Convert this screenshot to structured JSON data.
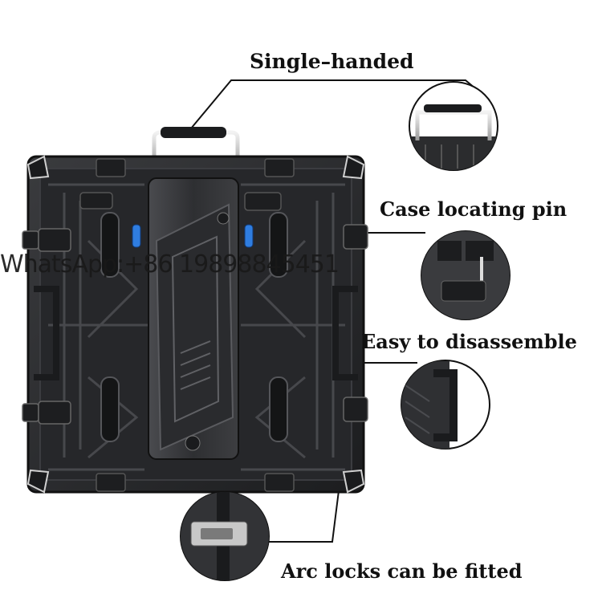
{
  "callouts": {
    "single_handed": "Single–handed",
    "case_locating_pin": "Case locating pin",
    "easy_to_disassemble": "Easy to disassemble",
    "arc_locks": "Arc locks can be fitted"
  },
  "watermark": "WhatsApp:+86 19898845451",
  "colors": {
    "cabinet": "#2a2b2d",
    "cabinet_edge": "#141516",
    "highlight": "#5a5c60",
    "accent_blue": "#2f7de0",
    "metal": "#c9c9c9"
  }
}
